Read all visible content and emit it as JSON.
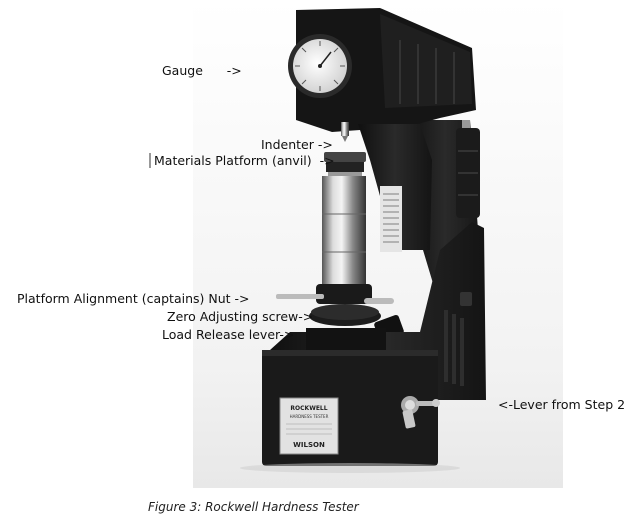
{
  "labels": {
    "gauge": "Gauge      ->",
    "indenter": "Indenter ->",
    "materials_platform": "Materials Platform (anvil)  ->",
    "platform_alignment": "Platform Alignment (captains) Nut ->",
    "zero_adjusting": "Zero Adjusting screw->",
    "load_release": "Load Release lever->",
    "lever_step2": "<-Lever from Step 2"
  },
  "machine_plate": {
    "line1": "ROCKWELL",
    "line2": "HARDNESS TESTER",
    "line3": "WILSON"
  },
  "caption": "Figure 3: Rockwell Hardness Tester"
}
